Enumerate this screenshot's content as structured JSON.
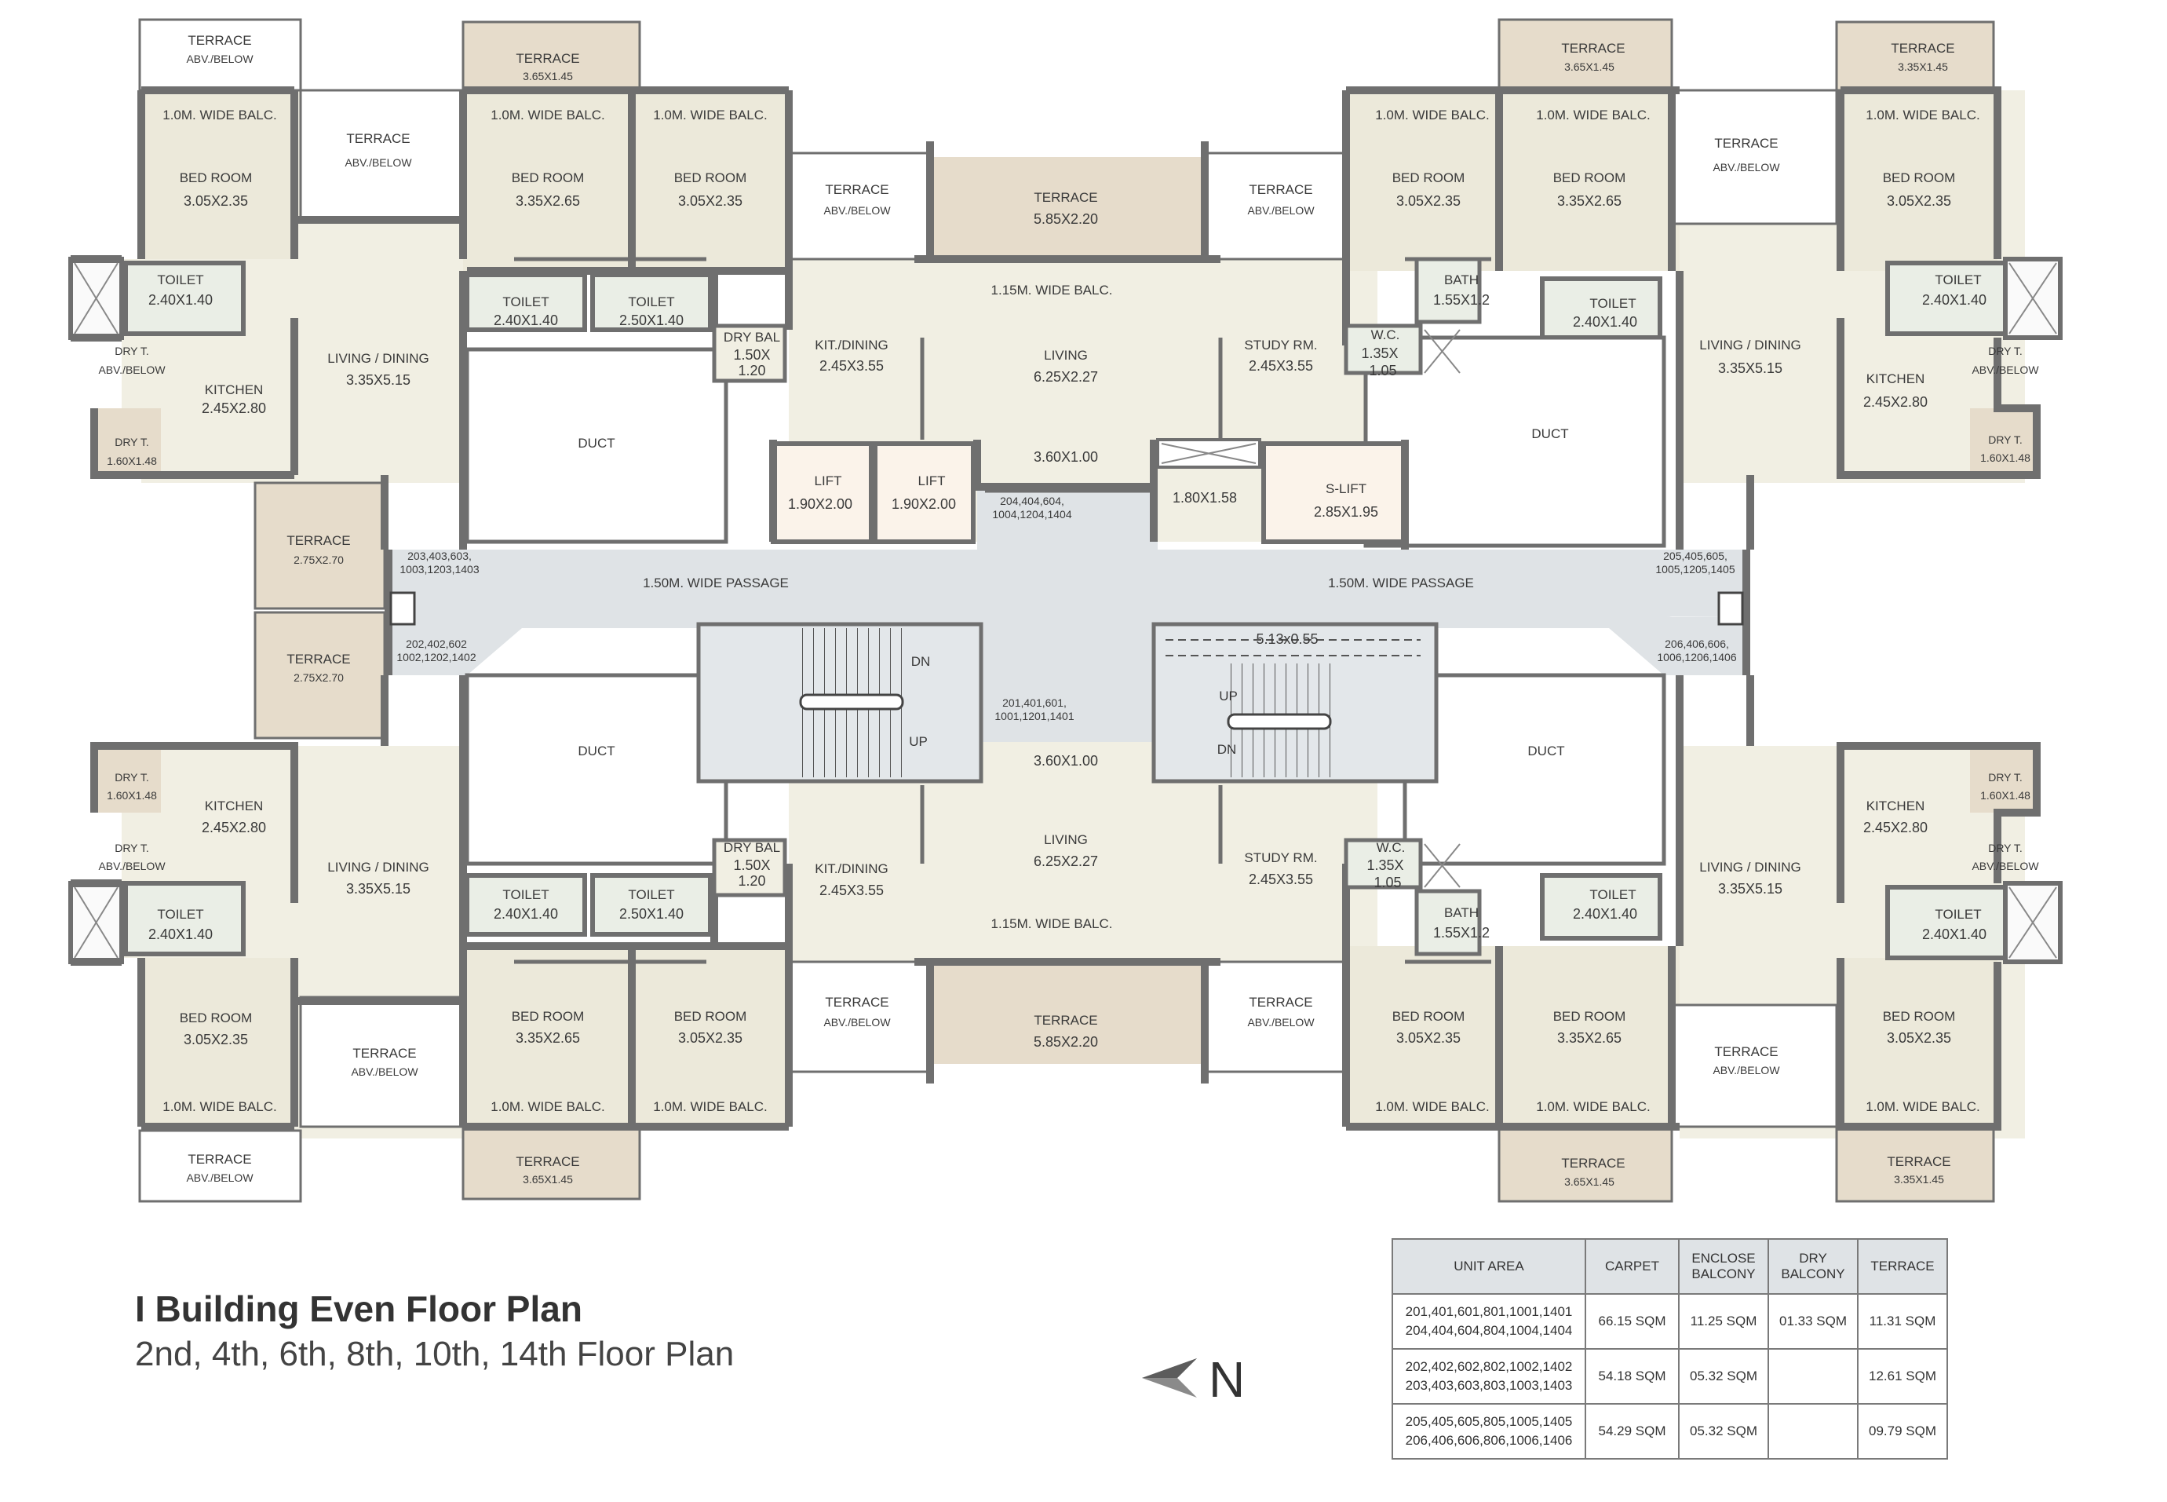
{
  "plan": {
    "rooms": {
      "terrace_above_below": "TERRACE\nABOVE/BELOW",
      "terrace": "TERRACE",
      "bed_room": "BED ROOM",
      "toilet": "TOILET",
      "living_dining": "LIVING / DINING",
      "kitchen": "KITCHEN",
      "dry_t": "DRY T.",
      "dry_t_abv": "ABV./BELOW",
      "duct": "DUCT",
      "balcony_1m": "1.0M. WIDE BALC.",
      "balcony_115": "1.15M. WIDE BALC.",
      "dry_bal": "DRY BAL",
      "kit_dining": "KIT./DINING",
      "living": "LIVING",
      "study": "STUDY RM.",
      "bath": "BATH",
      "wc": "W.C.",
      "lift": "LIFT",
      "slift": "S-LIFT",
      "passage": "1.50M. WIDE PASSAGE",
      "dn": "DN",
      "up": "UP"
    },
    "dims": {
      "terrace_a": "3.65X1.45",
      "terrace_b": "3.35X1.45",
      "terrace_c": "5.85X2.20",
      "terrace_d": "2.75X2.70",
      "bed_a": "3.05X2.35",
      "bed_b": "3.35X2.65",
      "toilet_a": "2.40X1.40",
      "toilet_b": "2.50X1.40",
      "living_dining": "3.35X5.15",
      "kitchen": "2.45X2.80",
      "dry_t": "1.60X1.48",
      "dry_bal_1": "1.50X",
      "dry_bal_2": "1.20",
      "kit_dining": "2.45X3.55",
      "living": "6.25X2.27",
      "study": "2.45X3.55",
      "bath": "1.55X1.2",
      "wc_1": "1.35X",
      "wc_2": "1.05",
      "lift": "1.90X2.00",
      "slift": "2.85X1.95",
      "lobby": "3.60X1.00",
      "shaft": "1.80X1.58",
      "stair_landing": "5.13x0.55"
    },
    "unit_groups": {
      "u204": "204,404,604,\n1004,1204,1404",
      "u203": "203,403,603,\n1003,1203,1403",
      "u202": "202,402,602\n1002,1202,1402",
      "u201": "201,401,601,\n1001,1201,1401",
      "u205": "205,405,605,\n1005,1205,1405",
      "u206": "206,406,606,\n1006,1206,1406"
    }
  },
  "title": {
    "main": "I Building Even Floor Plan",
    "sub": "2nd, 4th, 6th, 8th, 10th, 14th Floor Plan"
  },
  "compass": {
    "label": "N"
  },
  "area_table": {
    "headers": [
      "UNIT AREA",
      "CARPET",
      "ENCLOSE BALCONY",
      "DRY BALCONY",
      "TERRACE"
    ],
    "rows": [
      {
        "units_1": "201,401,601,801,1001,1401",
        "units_2": "204,404,604,804,1004,1404",
        "carpet": "66.15 SQM",
        "enclose": "11.25 SQM",
        "dry": "01.33 SQM",
        "terrace": "11.31 SQM"
      },
      {
        "units_1": "202,402,602,802,1002,1402",
        "units_2": "203,403,603,803,1003,1403",
        "carpet": "54.18 SQM",
        "enclose": "05.32 SQM",
        "dry": "",
        "terrace": "12.61 SQM"
      },
      {
        "units_1": "205,405,605,805,1005,1405",
        "units_2": "206,406,606,806,1006,1406",
        "carpet": "54.29 SQM",
        "enclose": "05.32 SQM",
        "dry": "",
        "terrace": "09.79 SQM"
      }
    ]
  },
  "colors": {
    "floor": "#f1efe3",
    "terrace": "#e6dccb",
    "passage": "#dfe3e6",
    "wall": "#6f6f6f",
    "lift": "#fbf3ea"
  }
}
